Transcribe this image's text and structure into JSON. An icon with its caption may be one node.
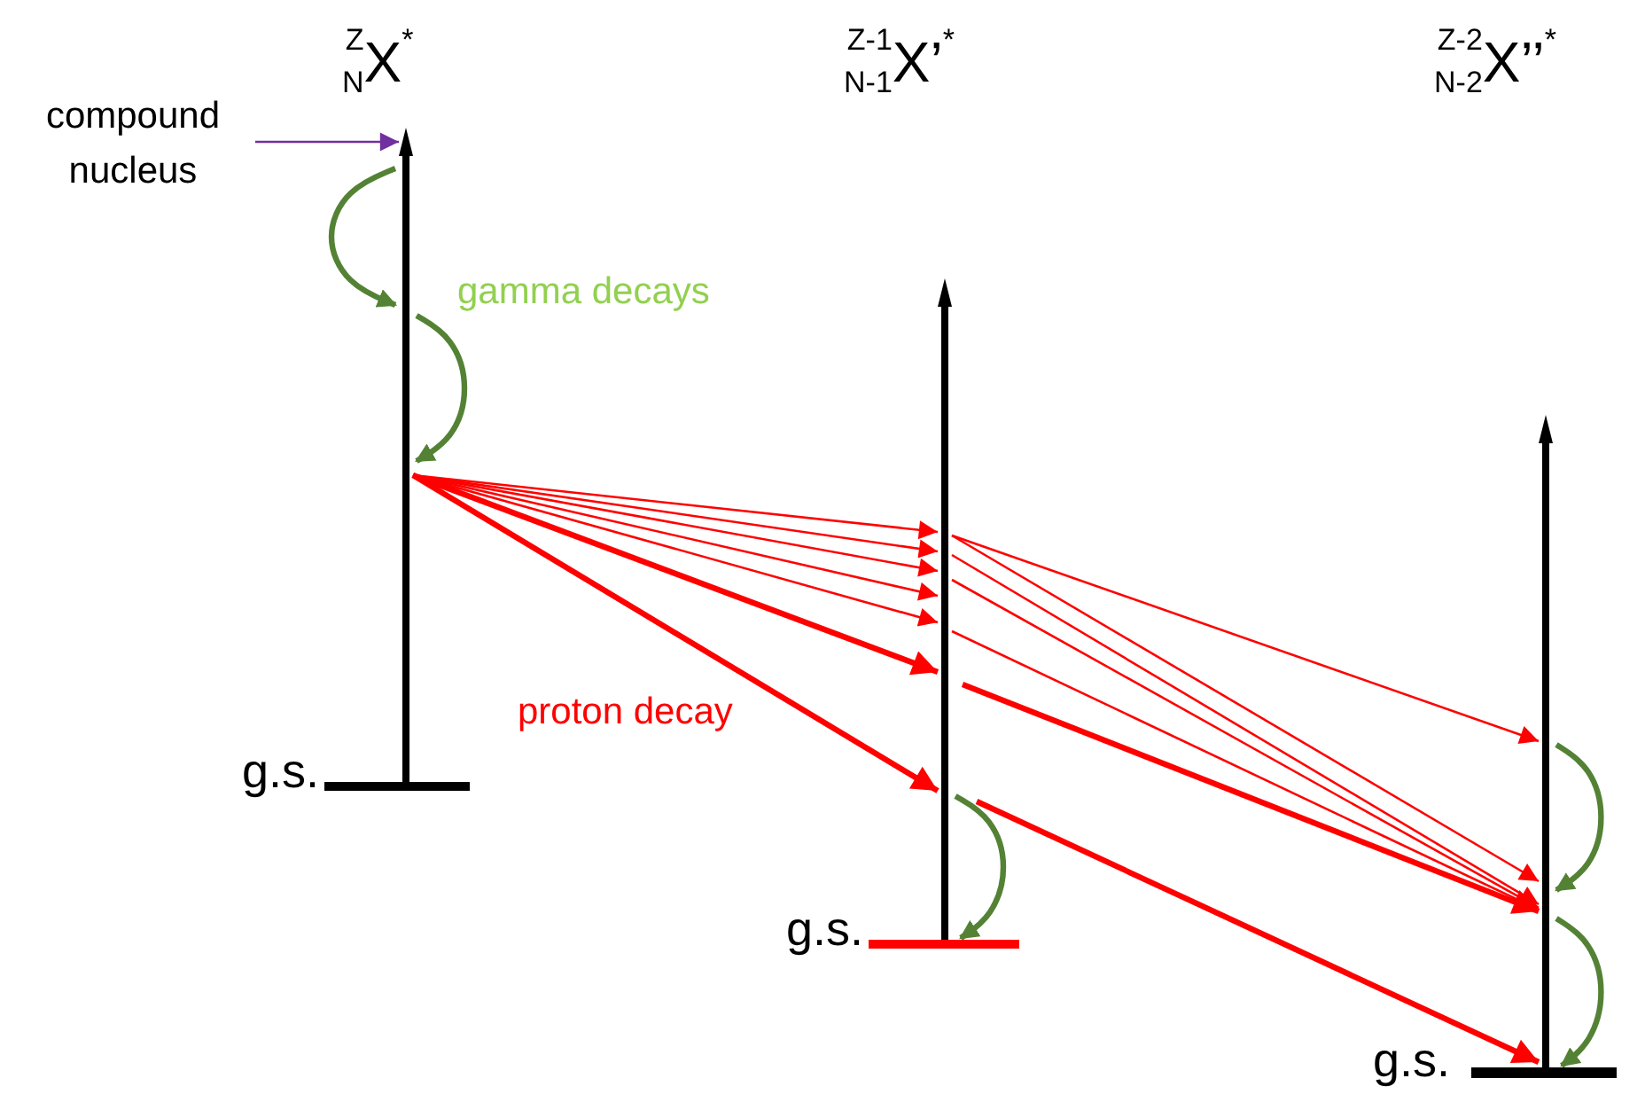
{
  "diagram": {
    "nodes": [
      {
        "text": [
          "compound nucleus"
        ]
      },
      {
        "text": [
          "$^{Z}$$_{N}$X$^{*}$"
        ]
      },
      {
        "text": [
          "$^{Z-1}$$_{N-1}$X’$^{*}$"
        ]
      },
      {
        "text": [
          "$^{Z-2}$$_{N-2}$X’’$^{*}$"
        ]
      },
      {
        "text": [],
        "shape": "bar",
        "beside": [
          "g.s."
        ]
      },
      {
        "text": [],
        "shape": "bar",
        "beside": [
          "g.s."
        ]
      },
      {
        "text": [],
        "shape": "bar",
        "beside": [
          "g.s."
        ]
      }
    ],
    "edges": [
      {
        "from": 0,
        "to": 1,
        "arrow": "to",
        "color": "#7030a0"
      },
      {
        "from": 1,
        "to": 2,
        "arrow": "to"
      },
      {
        "from": 1,
        "to": 2,
        "arrow": "to"
      },
      {
        "from": 1,
        "to": 2,
        "arrow": "to"
      },
      {
        "from": 1,
        "to": 2,
        "arrow": "to"
      },
      {
        "from": 1,
        "to": 2,
        "arrow": "to"
      },
      {
        "from": 1,
        "to": 2,
        "arrow": "to",
        "style": "thick"
      },
      {
        "from": 1,
        "to": 2,
        "arrow": "to",
        "style": "thick"
      },
      {
        "from": 2,
        "to": 3,
        "arrow": "to"
      },
      {
        "from": 2,
        "to": 3,
        "arrow": "to"
      },
      {
        "from": 2,
        "to": 3,
        "arrow": "to"
      },
      {
        "from": 2,
        "to": 3,
        "arrow": "to"
      },
      {
        "from": 2,
        "to": 3,
        "arrow": "to"
      },
      {
        "from": 2,
        "to": 3,
        "arrow": "to",
        "style": "thick"
      },
      {
        "from": 2,
        "to": 3,
        "arrow": "to",
        "style": "thick"
      },
      {
        "from": 1,
        "to": 1,
        "arrow": "to",
        "color": "#548235",
        "style": "thick"
      },
      {
        "from": 1,
        "to": 1,
        "arrow": "to",
        "color": "#548235",
        "style": "thick"
      },
      {
        "from": 2,
        "to": 5,
        "arrow": "to",
        "color": "#548235",
        "style": "thick"
      },
      {
        "from": 3,
        "to": 3,
        "arrow": "to",
        "color": "#548235",
        "style": "thick"
      },
      {
        "from": 3,
        "to": 6,
        "arrow": "to",
        "color": "#548235",
        "style": "thick"
      }
    ],
    "labels": [
      "gamma decays",
      "proton decay"
    ]
  }
}
